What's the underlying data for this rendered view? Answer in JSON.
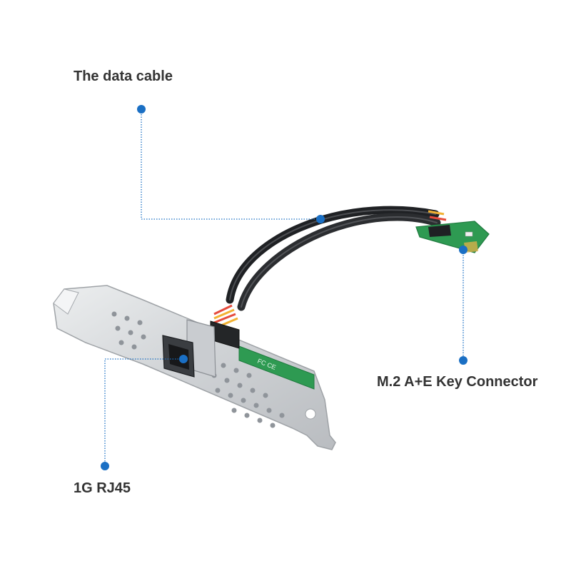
{
  "labels": {
    "data_cable": "The data cable",
    "m2_connector": "M.2 A+E Key Connector",
    "rj45": "1G RJ45"
  },
  "colors": {
    "callout": "#1a6fc4",
    "bracket": "#d9dadc",
    "pcb": "#2e9a52",
    "cable": "#2b2d30",
    "label_text": "#333333"
  }
}
